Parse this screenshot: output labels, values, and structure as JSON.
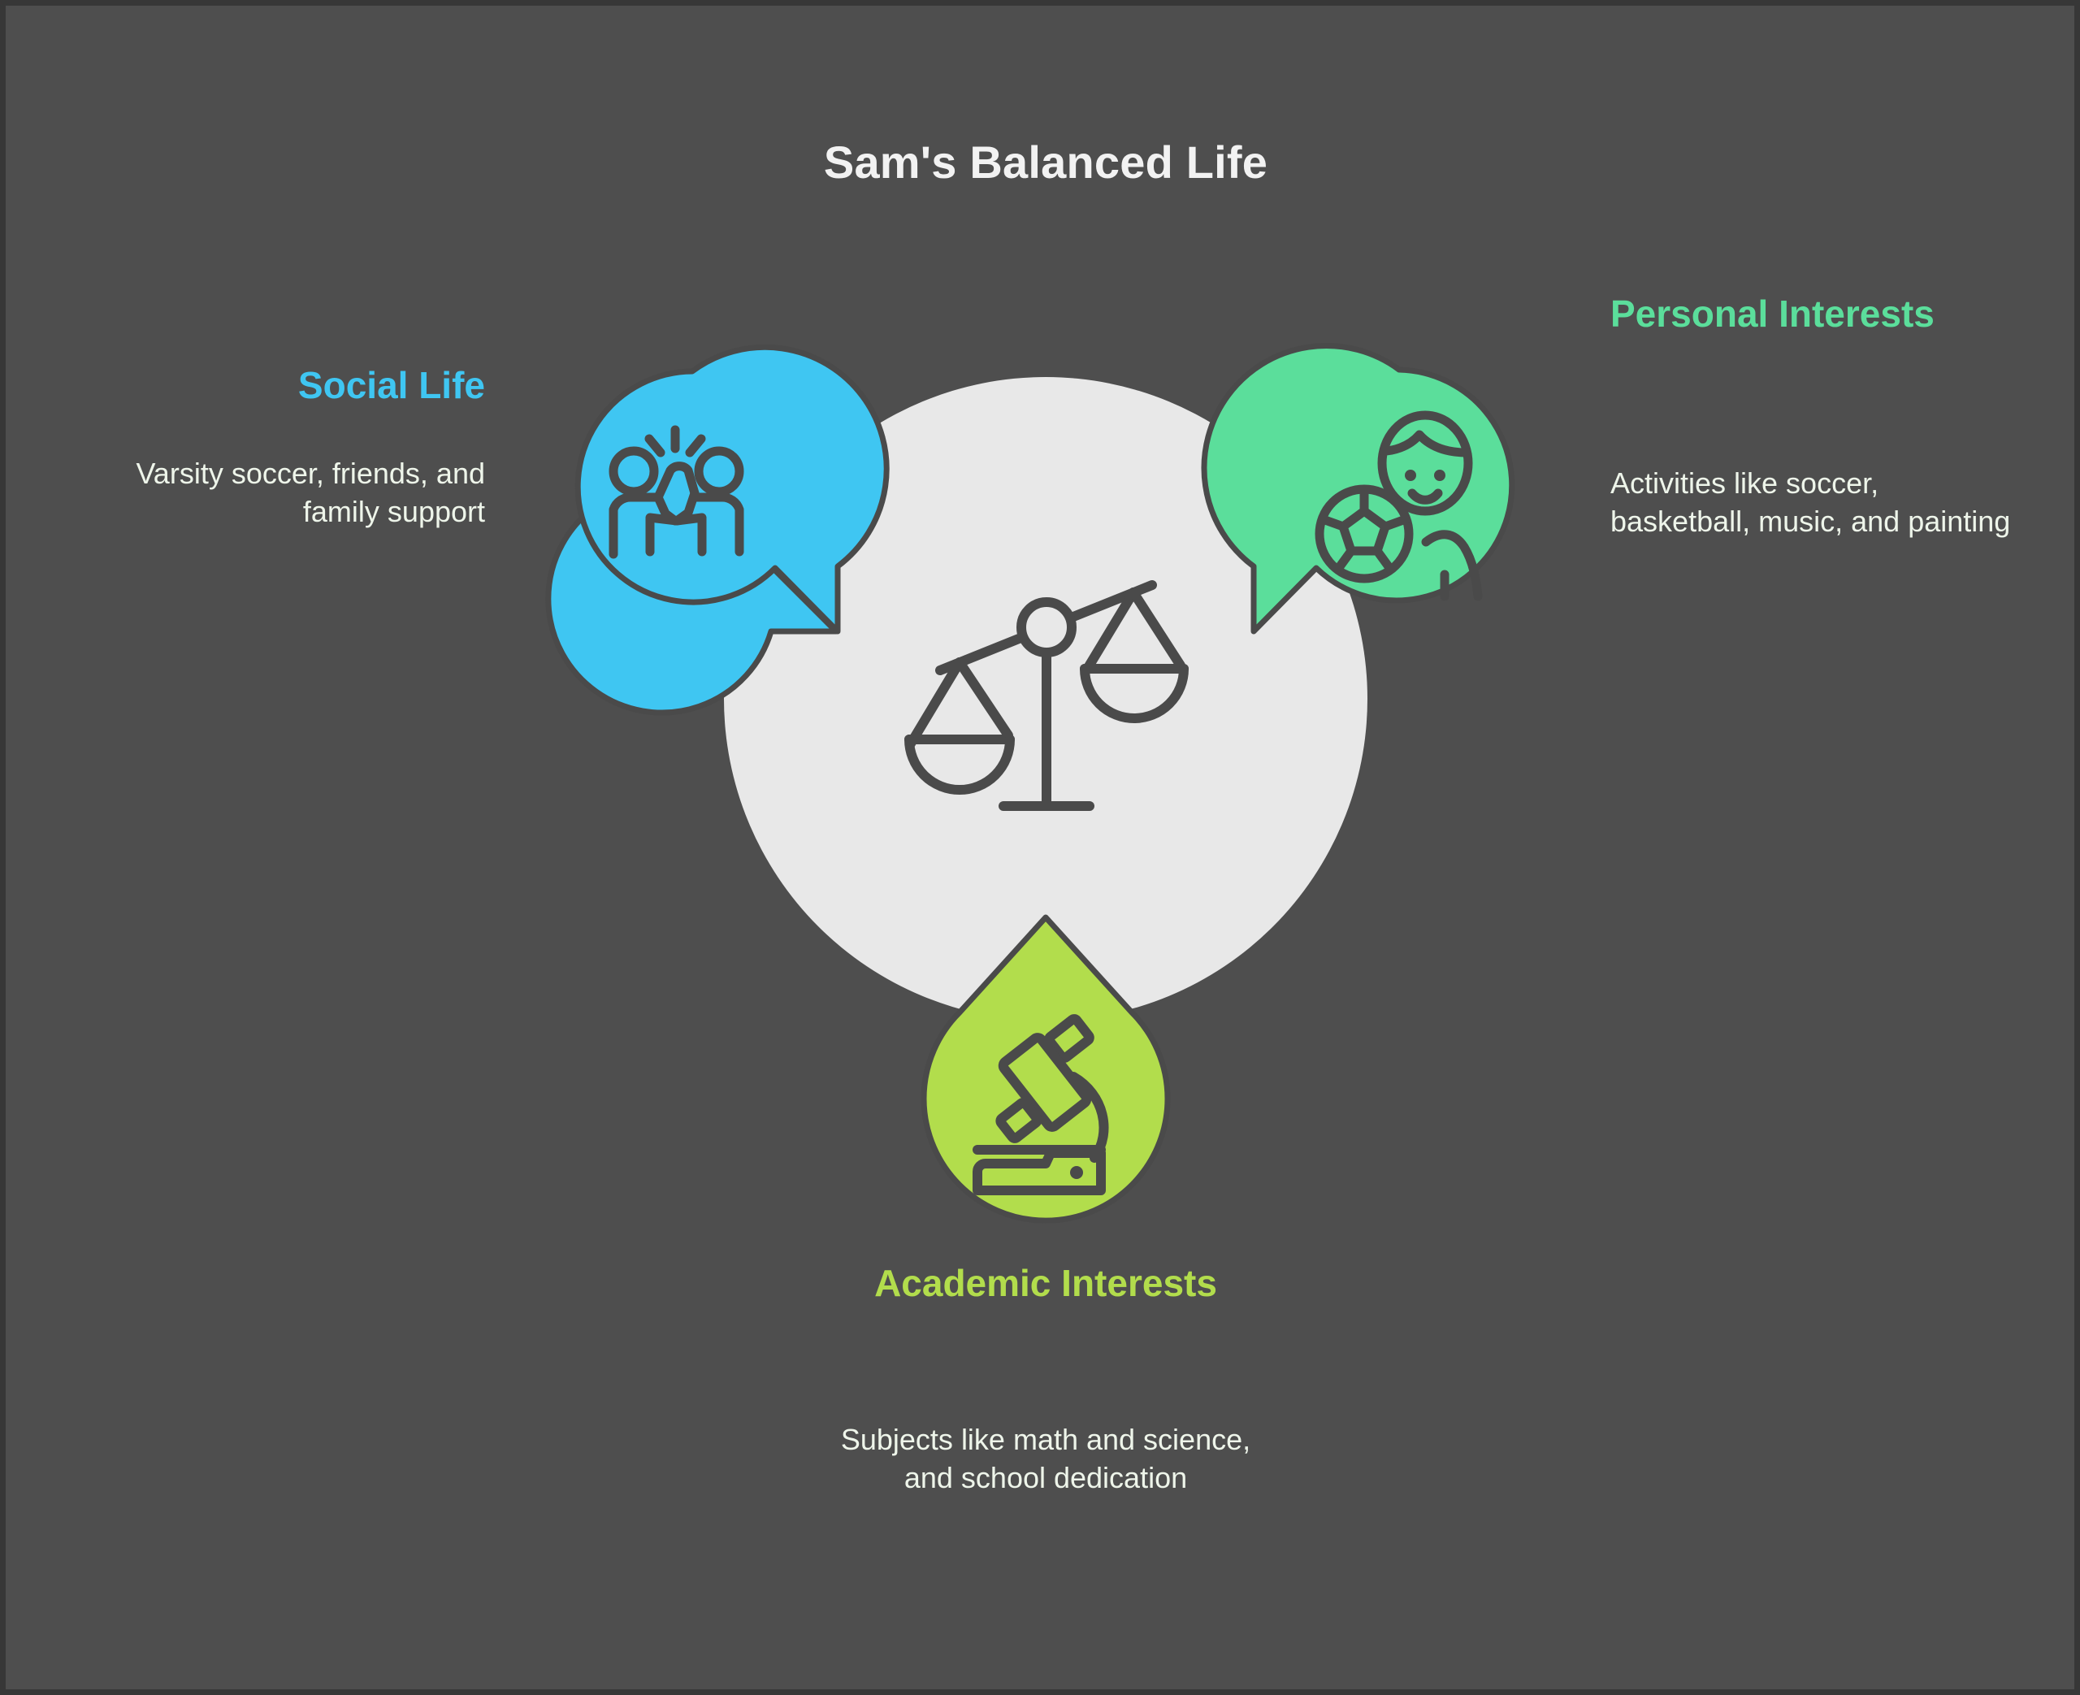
{
  "page": {
    "title": "Sam's Balanced Life",
    "background_color": "#4e4e4e",
    "center_circle_color": "#e8e8e8",
    "stroke_color": "#4a4a4a"
  },
  "center": {
    "icon": "balance-scale-icon",
    "description": "Tilted balance scale"
  },
  "branches": [
    {
      "id": "social-life",
      "heading": "Social Life",
      "body": "Varsity soccer, friends, and family support",
      "color": "#3FC6F2",
      "icon": "high-five-people-icon",
      "position": "left"
    },
    {
      "id": "personal-interests",
      "heading": "Personal Interests",
      "body": "Activities like soccer, basketball, music, and painting",
      "color": "#5BDE9B",
      "icon": "soccer-player-icon",
      "position": "right"
    },
    {
      "id": "academic-interests",
      "heading": "Academic Interests",
      "body": "Subjects like math and science, and school dedication",
      "color": "#B2DD4C",
      "icon": "microscope-icon",
      "position": "bottom"
    }
  ]
}
